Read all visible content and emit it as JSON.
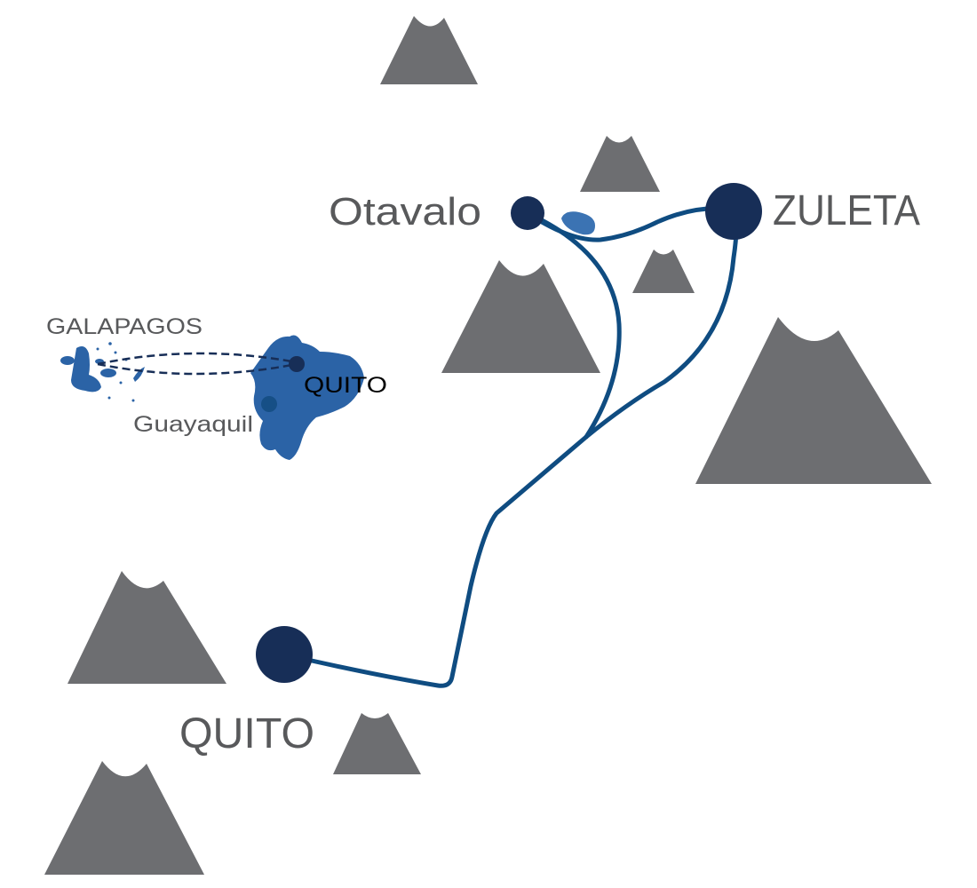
{
  "colors": {
    "mountain": "#6d6e71",
    "route": "#0f4c81",
    "node": "#172e57",
    "land": "#2b63a6",
    "lake": "#3b73b3",
    "label": "#58595b",
    "inset_label": "#000000"
  },
  "cities": {
    "quito": "QUITO",
    "otavalo": "Otavalo",
    "zuleta": "ZULETA"
  },
  "inset": {
    "islands_label": "GALAPAGOS",
    "capital_label": "QUITO",
    "port_label": "Guayaquil"
  },
  "icons": {
    "mountain": "mountain-icon",
    "lake": "lake-icon"
  }
}
